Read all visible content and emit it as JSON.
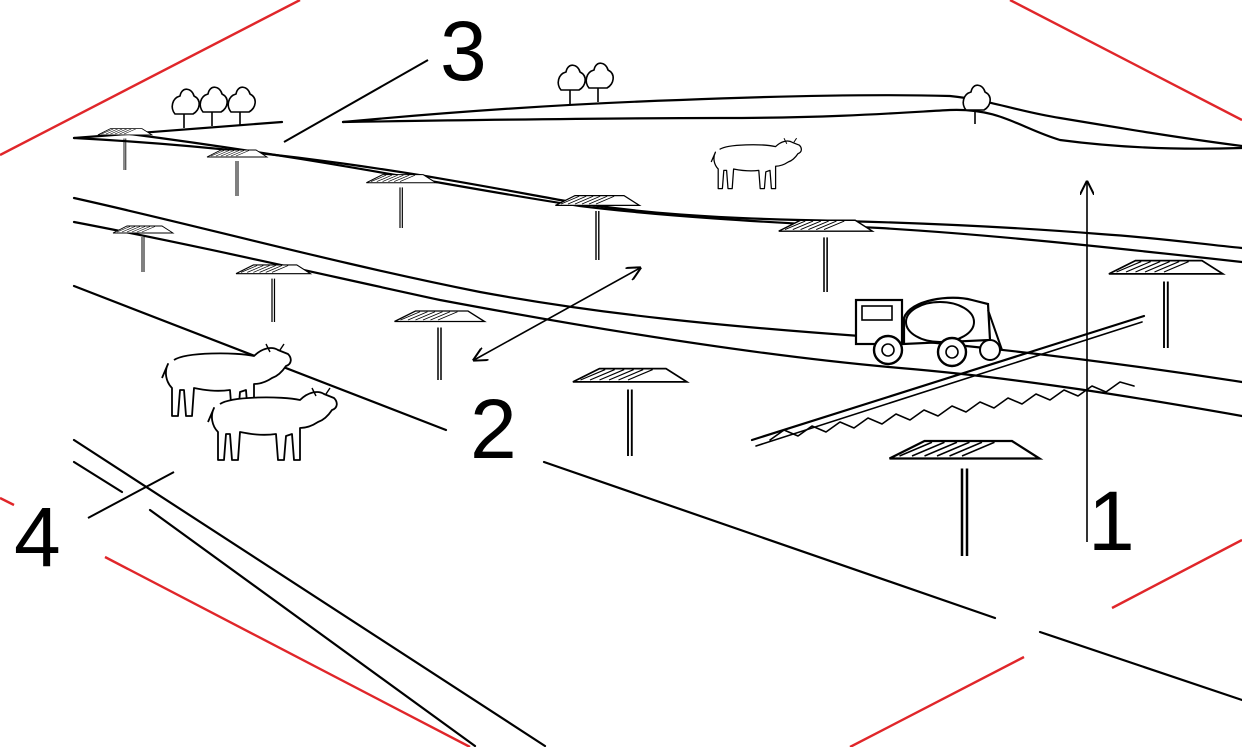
{
  "labels": {
    "one": "1",
    "two": "2",
    "three": "3",
    "four": "4"
  },
  "colors": {
    "line": "#000000",
    "frame": "#e0262a",
    "background": "#ffffff"
  }
}
